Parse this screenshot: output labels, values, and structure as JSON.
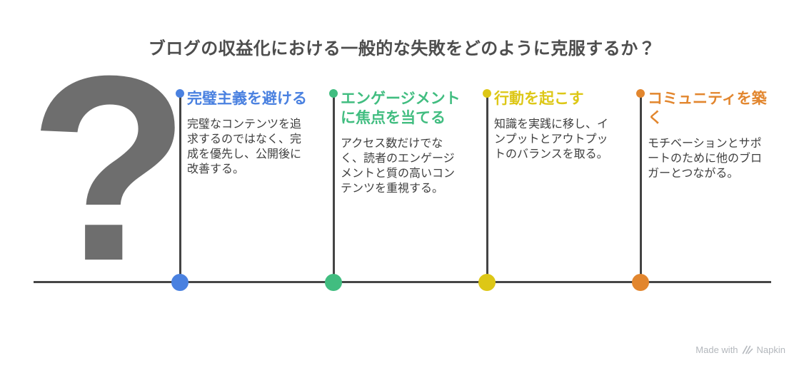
{
  "title": "ブログの収益化における一般的な失敗をどのように克服するか？",
  "question_mark": "?",
  "colors": {
    "blue": "#4a81e0",
    "green": "#41bd80",
    "yellow": "#ddc716",
    "orange": "#e2862e",
    "line": "#444444",
    "question_mark": "#6e6e6e",
    "title_text": "#4d4d4d",
    "body_text": "#3f3f3f"
  },
  "milestones": [
    {
      "heading": "完璧主義を避ける",
      "body": "完璧なコンテンツを追\n求するのではなく、完\n成を優先し、公開後に\n改善する。",
      "color": "#4a81e0"
    },
    {
      "heading": "エンゲージメント\nに焦点を当てる",
      "body": "アクセス数だけでな\nく、読者のエンゲージ\nメントと質の高いコン\nテンツを重視する。",
      "color": "#41bd80"
    },
    {
      "heading": "行動を起こす",
      "body": "知識を実践に移し、イ\nンプットとアウトプッ\nトのバランスを取る。",
      "color": "#ddc716"
    },
    {
      "heading": "コミュニティを築\nく",
      "body": "モチベーションとサポ\nートのために他のブロ\nガーとつながる。",
      "color": "#e2862e"
    }
  ],
  "watermark": {
    "made_with": "Made with",
    "brand": "Napkin"
  }
}
